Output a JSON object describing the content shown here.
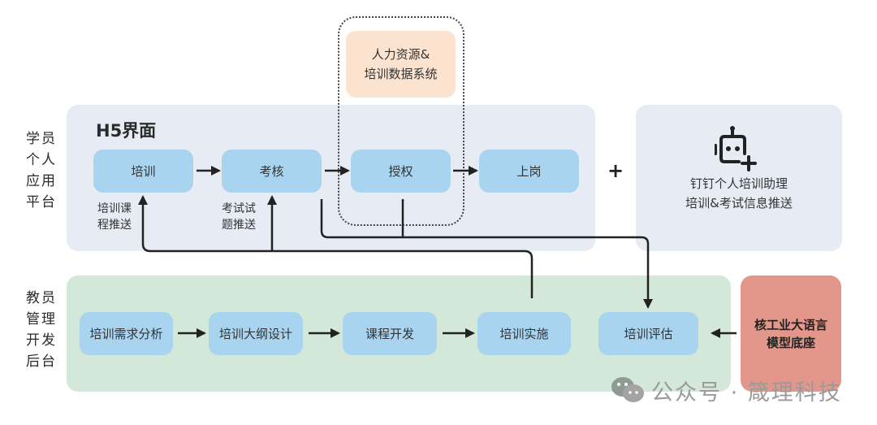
{
  "side_labels": {
    "student": "学员\n个人\n应用\n平台",
    "teacher": "教员\n管理\n开发\n后台"
  },
  "student_platform": {
    "title": "H5界面",
    "steps": [
      "培训",
      "考核",
      "授权",
      "上岗"
    ],
    "notes": {
      "course_push": [
        "培训课",
        "程推送"
      ],
      "exam_push": [
        "考试试",
        "题推送"
      ]
    }
  },
  "hr_system": {
    "lines": [
      "人力资源&",
      "培训数据系统"
    ]
  },
  "connector_plus": "+",
  "dingtalk_assistant": {
    "icon": "robot-add-icon",
    "lines": [
      "钉钉个人培训助理",
      "培训&考试信息推送"
    ]
  },
  "teacher_backend": {
    "steps": [
      "培训需求分析",
      "培训大纲设计",
      "课程开发",
      "培训实施",
      "培训评估"
    ]
  },
  "llm_base": {
    "lines": [
      "核工业大语言",
      "模型底座"
    ]
  },
  "watermark": {
    "icon": "wechat-icon",
    "text": "公众号 · 箴理科技"
  },
  "colors": {
    "step_box": "#a8d4ef",
    "student_panel": "#e7ebf4",
    "teacher_panel": "#d4e8d9",
    "hr_box": "#fbe3d0",
    "llm_box": "#e3978b",
    "line": "#222222"
  }
}
